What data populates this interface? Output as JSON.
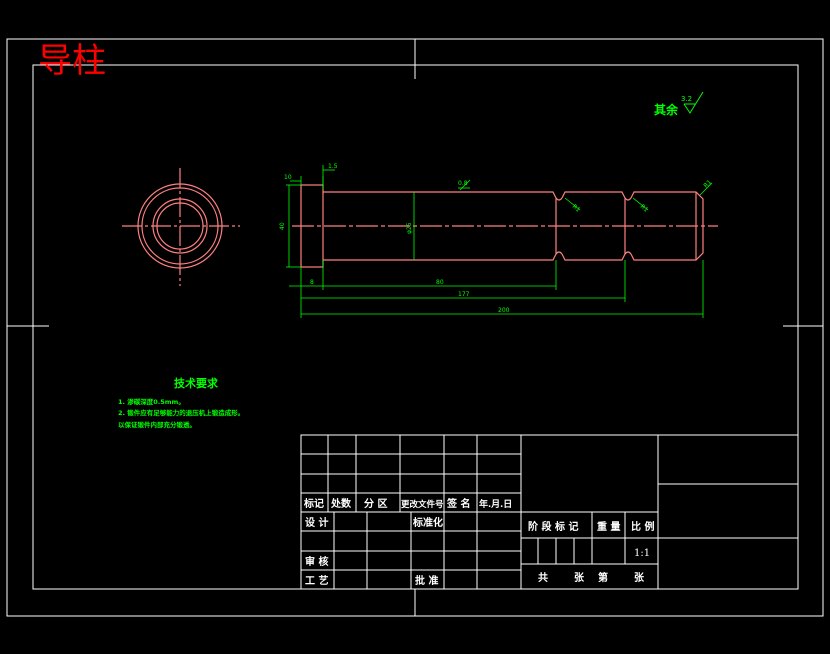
{
  "title": "导柱",
  "roughness": {
    "label": "其余",
    "value": "3.2"
  },
  "dims": {
    "head_thickness": "10",
    "chamfer_top": "1.5",
    "surface_mid": "0.8",
    "groove_right": "R1",
    "groove_left": "R1",
    "chamfer_end": "R1",
    "head_dia": "40",
    "shaft_dia": "φ25",
    "len_head": "8",
    "len_mid": "80",
    "len_main": "177",
    "len_total": "200"
  },
  "tech": {
    "heading": "技术要求",
    "lines": [
      "1. 渗碳深度0.5mm。",
      "2. 锻件应有足够能力的退压机上锻造成形。",
      "以保证锻件内部充分锻透。"
    ]
  },
  "titleblock": {
    "row_labels": [
      "标记",
      "处数",
      "分 区",
      "更改文件号",
      "签 名",
      "年.月.日"
    ],
    "design": "设 计",
    "standard": "标准化",
    "check": "审 核",
    "process": "工 艺",
    "approve": "批 准",
    "stage_mark": "阶 段 标 记",
    "weight": "重 量",
    "scale_label": "比 例",
    "scale_value": "1:1",
    "total": "共",
    "sheets": "张",
    "page": "第",
    "sheets2": "张"
  },
  "colors": {
    "frame": "#ffffff",
    "part": "#ff8080",
    "dimension": "#00ff00",
    "title": "#ff0000"
  }
}
